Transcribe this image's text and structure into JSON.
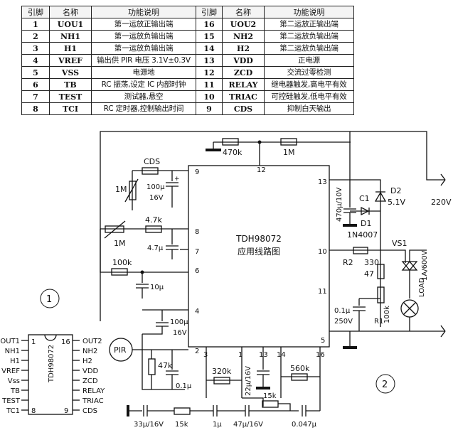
{
  "table": {
    "headers": [
      "引脚",
      "名称",
      "功能说明",
      "引脚",
      "名称",
      "功能说明"
    ],
    "rows": [
      [
        "1",
        "UOU1",
        "第一运放正输出端",
        "16",
        "UOU2",
        "第二运放正输出端"
      ],
      [
        "2",
        "NH1",
        "第一运放负输出端",
        "15",
        "NH2",
        "第二运放负输出端"
      ],
      [
        "3",
        "H1",
        "第一运放负输出端",
        "14",
        "H2",
        "第二运放负输出端"
      ],
      [
        "4",
        "VREF",
        "输出供 PIR 电压 3.1V±0.3V",
        "13",
        "VDD",
        "正电源"
      ],
      [
        "5",
        "VSS",
        "电源地",
        "12",
        "ZCD",
        "交流过零检测"
      ],
      [
        "6",
        "TB",
        "RC 振荡,设定 IC 内部时钟",
        "11",
        "RELAY",
        "继电器触发,高电平有效"
      ],
      [
        "7",
        "TEST",
        "测试器,悬空",
        "10",
        "TRIAC",
        "可控硅触发,低电平有效"
      ],
      [
        "8",
        "TCI",
        "RC 定时器,控制输出时间",
        "9",
        "CDS",
        "抑制白天输出"
      ]
    ]
  },
  "ic": {
    "name": "TDH98072",
    "subtitle": "应用线路图",
    "pins_left": [
      "9",
      "8",
      "7",
      "6",
      "4",
      "2"
    ],
    "pins_right": [
      "13",
      "10",
      "11",
      "5"
    ],
    "pins_top": [
      "12"
    ],
    "pins_bottom": [
      "3",
      "1",
      "13",
      "14",
      "16"
    ]
  },
  "pinout": {
    "circle_label": "1",
    "chip_label": "TDH98072",
    "left_names": [
      "OUT1",
      "NH1",
      "H1",
      "VREF",
      "Vss",
      "TB",
      "TEST",
      "TC1"
    ],
    "right_names": [
      "OUT2",
      "NH2",
      "H2",
      "VDD",
      "ZCD",
      "RELAY",
      "TRIAC",
      "CDS"
    ],
    "pin_first_left": "1",
    "pin_last_left": "8",
    "pin_first_right": "16",
    "pin_last_right": "9"
  },
  "components": {
    "r_470k": "470k",
    "r_1m_top": "1M",
    "cds": "CDS",
    "pot_1m_a": "1M",
    "c_100u_a": "100μ",
    "c_100u_a_v": "16V",
    "r_4k7": "4.7k",
    "pot_1m_b": "1M",
    "c_4u7": "4.7μ",
    "r_100k": "100k",
    "c_10u": "10μ",
    "c_100u_b": "100μ",
    "c_100u_b_v": "16V",
    "pir": "PIR",
    "r_47k": "47k",
    "c_0u1_a": "0.1μ",
    "r_320k": "320k",
    "c_22u": "22μ/16V",
    "r_560k": "560k",
    "c_33u": "33μ/16V",
    "r_15k_a": "15k",
    "c_1u": "1μ",
    "c_47u": "47μ/16V",
    "r_15k_b": "15k",
    "c_0047u": "0.047μ",
    "c1": "C1",
    "c1_val": "470μ/10V",
    "d2": "D2",
    "d2_val": "5.1V",
    "d1": "D1",
    "d1_val": "1N4007",
    "r2": "R2",
    "r2_val": "330",
    "vs1": "VS1",
    "vs1_val": "1A/600V",
    "r_47": "47",
    "c_0u1_b": "0.1μ",
    "c_0u1_b_v": "250V",
    "r1": "R1",
    "r1_val": "100k",
    "load": "LOAD",
    "ac": "220V",
    "circle2": "2"
  }
}
